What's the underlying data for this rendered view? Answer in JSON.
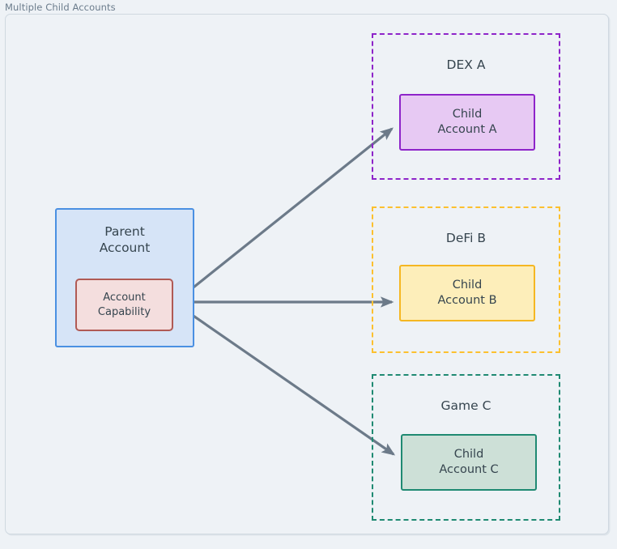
{
  "diagram": {
    "title": "Multiple Child Accounts",
    "type": "flow-diagram",
    "colors": {
      "background": "#eef2f6",
      "frame_border": "#cfd8e0",
      "title_text": "#6b7c8c",
      "node_text": "#36454f",
      "arrow": "#6c7a89",
      "parent_fill": "#d6e4f7",
      "parent_border": "#4a90e2",
      "capability_fill": "#f4dede",
      "capability_border": "#b05a55",
      "dex_a": "#8e24c9",
      "defi_b": "#fcc02e",
      "game_c": "#1f8a72"
    }
  },
  "parent": {
    "label_line1": "Parent",
    "label_line2": "Account",
    "capability": {
      "label_line1": "Account",
      "label_line2": "Capability"
    }
  },
  "groups": [
    {
      "id": "dex-a",
      "label": "DEX A",
      "border_color": "#8e24c9",
      "child": {
        "label_line1": "Child",
        "label_line2": "Account A",
        "fill": "#e7c9f3",
        "border": "#8e24c9"
      }
    },
    {
      "id": "defi-b",
      "label": "DeFi B",
      "border_color": "#fcc02e",
      "child": {
        "label_line1": "Child",
        "label_line2": "Account B",
        "fill": "#fdeeba",
        "border": "#f5b722"
      }
    },
    {
      "id": "game-c",
      "label": "Game C",
      "border_color": "#1f8a72",
      "child": {
        "label_line1": "Child",
        "label_line2": "Account C",
        "fill": "#cde0d7",
        "border": "#1f8a72"
      }
    }
  ],
  "edges": [
    {
      "id": "edge-to-child-a",
      "from": "account-capability",
      "to": "child-account-a",
      "style": "solid-arrow"
    },
    {
      "id": "edge-to-child-b",
      "from": "account-capability",
      "to": "child-account-b",
      "style": "solid-arrow"
    },
    {
      "id": "edge-to-child-c",
      "from": "account-capability",
      "to": "child-account-c",
      "style": "solid-arrow"
    }
  ]
}
